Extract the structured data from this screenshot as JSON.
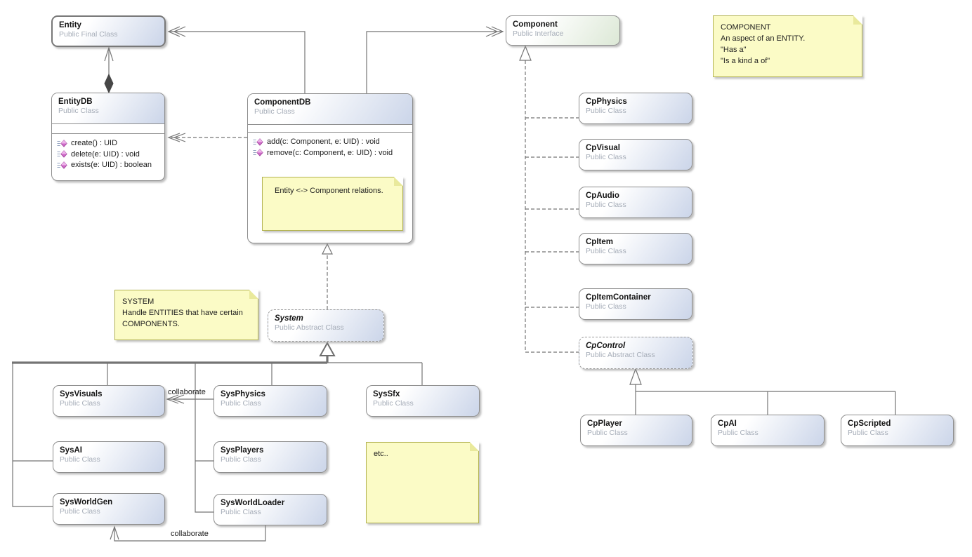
{
  "classes": {
    "entity": {
      "name": "Entity",
      "stereotype": "Public Final Class"
    },
    "entitydb": {
      "name": "EntityDB",
      "stereotype": "Public Class",
      "methods": [
        "create() : UID",
        "delete(e: UID) : void",
        "exists(e: UID) : boolean"
      ]
    },
    "componentdb": {
      "name": "ComponentDB",
      "stereotype": "Public Class",
      "methods": [
        "add(c: Component, e: UID) : void",
        "remove(c: Component, e: UID) : void"
      ]
    },
    "component": {
      "name": "Component",
      "stereotype": "Public Interface"
    },
    "cpphysics": {
      "name": "CpPhysics",
      "stereotype": "Public Class"
    },
    "cpvisual": {
      "name": "CpVisual",
      "stereotype": "Public Class"
    },
    "cpaudio": {
      "name": "CpAudio",
      "stereotype": "Public Class"
    },
    "cpitem": {
      "name": "CpItem",
      "stereotype": "Public Class"
    },
    "cpitemcontainer": {
      "name": "CpItemContainer",
      "stereotype": "Public Class"
    },
    "cpcontrol": {
      "name": "CpControl",
      "stereotype": "Public Abstract Class"
    },
    "cpplayer": {
      "name": "CpPlayer",
      "stereotype": "Public Class"
    },
    "cpai": {
      "name": "CpAI",
      "stereotype": "Public Class"
    },
    "cpscripted": {
      "name": "CpScripted",
      "stereotype": "Public Class"
    },
    "system": {
      "name": "System",
      "stereotype": "Public Abstract Class"
    },
    "sysvisuals": {
      "name": "SysVisuals",
      "stereotype": "Public Class"
    },
    "sysai": {
      "name": "SysAI",
      "stereotype": "Public Class"
    },
    "sysworldgen": {
      "name": "SysWorldGen",
      "stereotype": "Public Class"
    },
    "sysphysics": {
      "name": "SysPhysics",
      "stereotype": "Public Class"
    },
    "sysplayers": {
      "name": "SysPlayers",
      "stereotype": "Public Class"
    },
    "sysworldloader": {
      "name": "SysWorldLoader",
      "stereotype": "Public Class"
    },
    "syssfx": {
      "name": "SysSfx",
      "stereotype": "Public Class"
    }
  },
  "notes": {
    "component_note": {
      "lines": [
        "COMPONENT",
        "An aspect of an ENTITY.",
        "\"Has a\"",
        "\"Is a kind a of\""
      ]
    },
    "system_note": {
      "lines": [
        "SYSTEM",
        "Handle ENTITIES that have certain",
        "COMPONENTS."
      ]
    },
    "relations_note": {
      "lines": [
        "Entity <-> Component relations."
      ]
    },
    "etc_note": {
      "lines": [
        "etc.."
      ]
    }
  },
  "edge_labels": {
    "collaborate_top": "collaborate",
    "collaborate_bottom": "collaborate"
  },
  "colors": {
    "class_gradient_end": "#cbd5e9",
    "interface_gradient_end": "#dce8d6",
    "note_background": "#fbfbc6",
    "note_border": "#b3b351",
    "connector": "#747474",
    "method_icon": "#cf6bc8"
  }
}
